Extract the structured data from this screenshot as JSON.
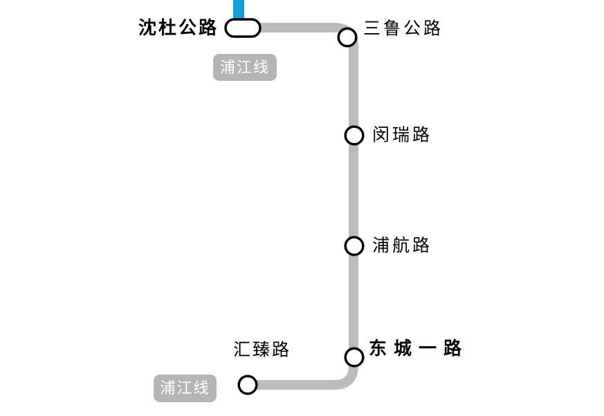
{
  "map": {
    "line_name": "浦江线",
    "line_color": "#BCBCBC",
    "badge_bg_color": "#B5B5B5",
    "badge_text_color": "#FFFFFF",
    "connecting_line_color": "#0FA0DC",
    "station_text_color": "#000000",
    "station_marker_fill": "#FFFFFF",
    "station_marker_stroke": "#000000",
    "stations": [
      {
        "name": "沈杜公路",
        "type": "interchange-terminal"
      },
      {
        "name": "三鲁公路",
        "type": "regular"
      },
      {
        "name": "闵瑞路",
        "type": "regular"
      },
      {
        "name": "浦航路",
        "type": "regular"
      },
      {
        "name": "东城一路",
        "type": "regular-emphasized"
      },
      {
        "name": "汇臻路",
        "type": "terminal"
      }
    ],
    "badges": [
      {
        "label": "浦江线",
        "position": "near-shendugonglu"
      },
      {
        "label": "浦江线",
        "position": "near-huizhenlu"
      }
    ]
  }
}
